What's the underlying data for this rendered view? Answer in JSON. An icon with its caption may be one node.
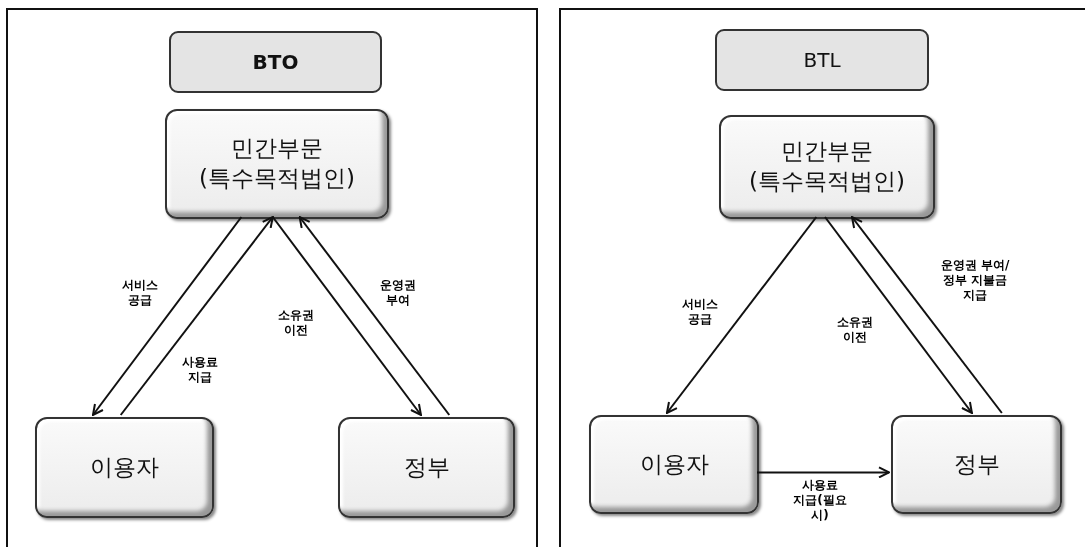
{
  "diagram": {
    "nodes": [
      {
        "text": [],
        "shape": "box"
      },
      {
        "text": [
          "BTO"
        ],
        "in": 0
      },
      {
        "text": [
          "민간부문 (특수목적법인)"
        ],
        "in": 0
      },
      {
        "text": [
          "이용자"
        ],
        "in": 0
      },
      {
        "text": [
          "정부"
        ],
        "in": 0
      },
      {
        "text": [],
        "shape": "box"
      },
      {
        "text": [
          "BTL"
        ],
        "in": 5
      },
      {
        "text": [
          "민간부문 (특수목적법인)"
        ],
        "in": 5
      },
      {
        "text": [
          "이용자"
        ],
        "in": 5
      },
      {
        "text": [
          "정부"
        ],
        "in": 5
      }
    ],
    "edges": [
      {
        "from": 2,
        "to": 3,
        "arrow": "to",
        "label": "서비스 공급"
      },
      {
        "from": 3,
        "to": 2,
        "arrow": "to",
        "label": "사용료 지급"
      },
      {
        "from": 2,
        "to": 4,
        "arrow": "to",
        "label": "소유권 이전"
      },
      {
        "from": 4,
        "to": 2,
        "arrow": "to",
        "label": "운영권 부여"
      },
      {
        "from": 7,
        "to": 8,
        "arrow": "to",
        "label": "서비스 공급"
      },
      {
        "from": 7,
        "to": 9,
        "arrow": "to",
        "label": "소유권 이전"
      },
      {
        "from": 9,
        "to": 7,
        "arrow": "to",
        "label": "운영권 부여/정부 지불금 지급"
      },
      {
        "from": 8,
        "to": 9,
        "arrow": "to",
        "label": "사용료 지급(필요 시)"
      }
    ]
  }
}
